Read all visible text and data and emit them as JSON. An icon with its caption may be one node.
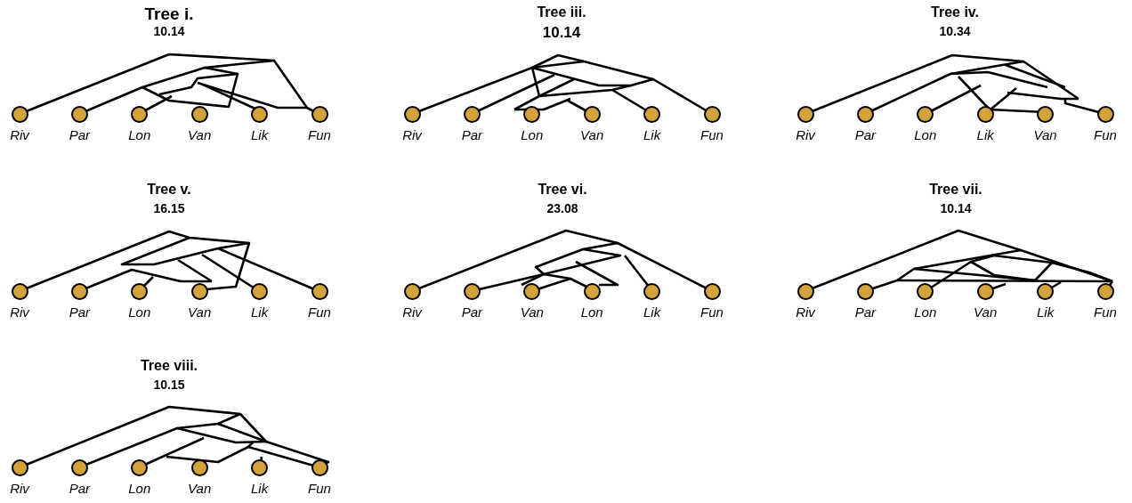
{
  "diagram": {
    "nodes": [
      {
        "text": [],
        "shape": "circle",
        "beside": [
          "Riv"
        ]
      },
      {
        "text": [],
        "shape": "circle",
        "beside": [
          "Par"
        ]
      },
      {
        "text": [],
        "shape": "circle",
        "beside": [
          "Lon"
        ]
      },
      {
        "text": [],
        "shape": "circle",
        "beside": [
          "Van"
        ]
      },
      {
        "text": [],
        "shape": "circle",
        "beside": [
          "Lik"
        ]
      },
      {
        "text": [],
        "shape": "circle",
        "beside": [
          "Fun"
        ]
      },
      {
        "text": [],
        "shape": "circle",
        "beside": [
          "Riv"
        ]
      },
      {
        "text": [],
        "shape": "circle",
        "beside": [
          "Par"
        ]
      },
      {
        "text": [],
        "shape": "circle",
        "beside": [
          "Lon"
        ]
      },
      {
        "text": [],
        "shape": "circle",
        "beside": [
          "Van"
        ]
      },
      {
        "text": [],
        "shape": "circle",
        "beside": [
          "Lik"
        ]
      },
      {
        "text": [],
        "shape": "circle",
        "beside": [
          "Fun"
        ]
      },
      {
        "text": [],
        "shape": "circle",
        "beside": [
          "Riv"
        ]
      },
      {
        "text": [],
        "shape": "circle",
        "beside": [
          "Par"
        ]
      },
      {
        "text": [],
        "shape": "circle",
        "beside": [
          "Lon"
        ]
      },
      {
        "text": [],
        "shape": "circle",
        "beside": [
          "Lik"
        ]
      },
      {
        "text": [],
        "shape": "circle",
        "beside": [
          "Van"
        ]
      },
      {
        "text": [],
        "shape": "circle",
        "beside": [
          "Fun"
        ]
      },
      {
        "text": [],
        "shape": "circle",
        "beside": [
          "Riv"
        ]
      },
      {
        "text": [],
        "shape": "circle",
        "beside": [
          "Par"
        ]
      },
      {
        "text": [],
        "shape": "circle",
        "beside": [
          "Lon"
        ]
      },
      {
        "text": [],
        "shape": "circle",
        "beside": [
          "Van"
        ]
      },
      {
        "text": [],
        "shape": "circle",
        "beside": [
          "Lik"
        ]
      },
      {
        "text": [],
        "shape": "circle",
        "beside": [
          "Fun"
        ]
      },
      {
        "text": [],
        "shape": "circle",
        "beside": [
          "Riv"
        ]
      },
      {
        "text": [],
        "shape": "circle",
        "beside": [
          "Par"
        ]
      },
      {
        "text": [],
        "shape": "circle",
        "beside": [
          "Van"
        ]
      },
      {
        "text": [],
        "shape": "circle",
        "beside": [
          "Lon"
        ]
      },
      {
        "text": [],
        "shape": "circle",
        "beside": [
          "Lik"
        ]
      },
      {
        "text": [],
        "shape": "circle",
        "beside": [
          "Fun"
        ]
      },
      {
        "text": [],
        "shape": "circle",
        "beside": [
          "Riv"
        ]
      },
      {
        "text": [],
        "shape": "circle",
        "beside": [
          "Par"
        ]
      },
      {
        "text": [],
        "shape": "circle",
        "beside": [
          "Lon"
        ]
      },
      {
        "text": [],
        "shape": "circle",
        "beside": [
          "Van"
        ]
      },
      {
        "text": [],
        "shape": "circle",
        "beside": [
          "Lik"
        ]
      },
      {
        "text": [],
        "shape": "circle",
        "beside": [
          "Fun"
        ]
      },
      {
        "text": [],
        "shape": "circle",
        "beside": [
          "Riv"
        ]
      },
      {
        "text": [],
        "shape": "circle",
        "beside": [
          "Par"
        ]
      },
      {
        "text": [],
        "shape": "circle",
        "beside": [
          "Lon"
        ]
      },
      {
        "text": [],
        "shape": "circle",
        "beside": [
          "Van"
        ]
      },
      {
        "text": [],
        "shape": "circle",
        "beside": [
          "Lik"
        ]
      },
      {
        "text": [],
        "shape": "circle",
        "beside": [
          "Fun"
        ]
      }
    ],
    "labels": [
      "Tree i.",
      "10.14",
      "Tree iii.",
      "10.14",
      "Tree iv.",
      "10.34",
      "Tree v.",
      "16.15",
      "Tree vi.",
      "23.08",
      "Tree vii.",
      "10.14",
      "Tree viii.",
      "10.15"
    ]
  }
}
